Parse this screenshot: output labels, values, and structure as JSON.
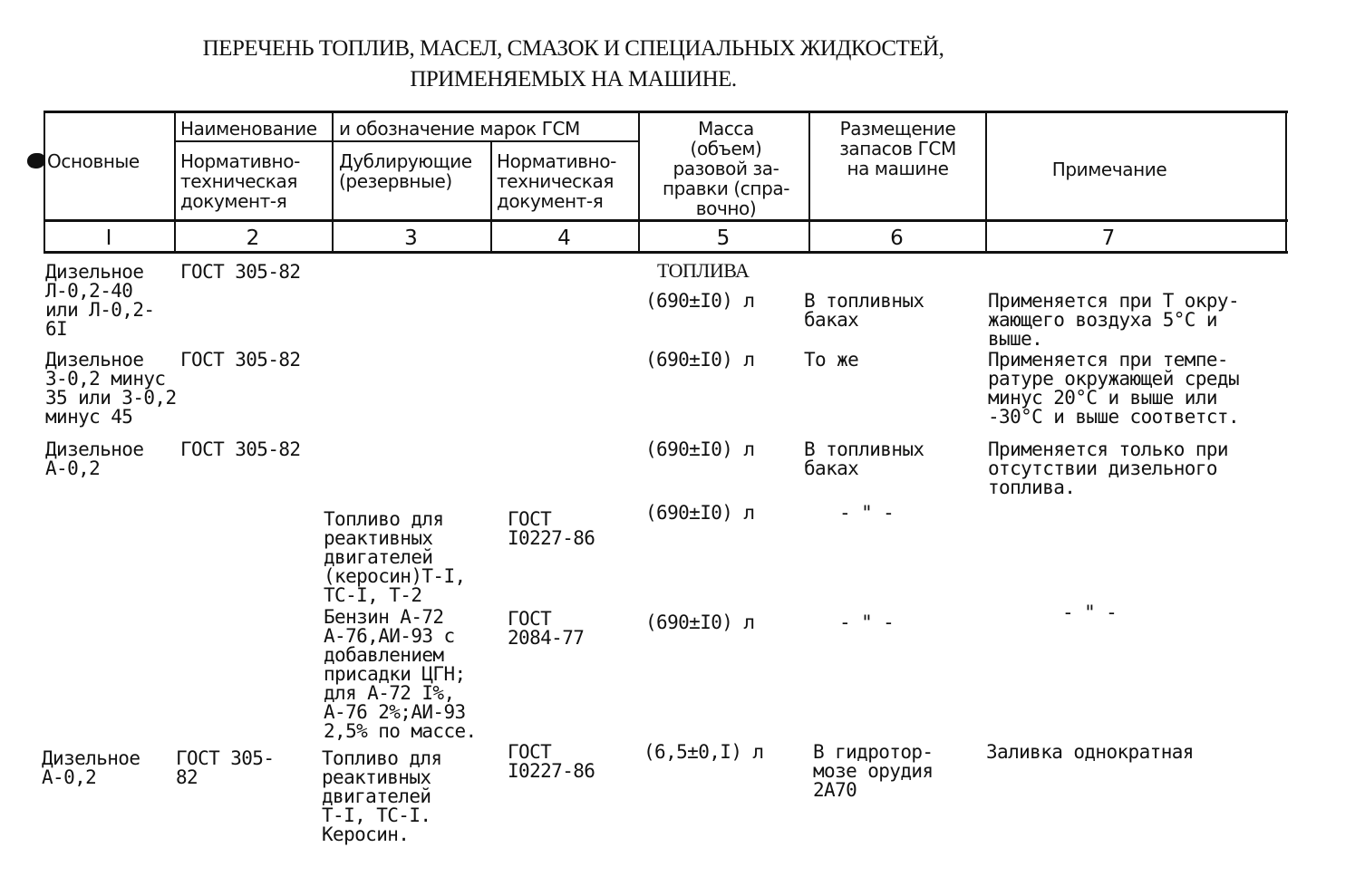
{
  "document": {
    "title_line1": "ПЕРЕЧЕНЬ ТОПЛИВ, МАСЕЛ, СМАЗОК И СПЕЦИАЛЬНЫХ ЖИДКОСТЕЙ,",
    "title_line2": "ПРИМЕНЯЕМЫХ НА МАШИНЕ."
  },
  "header": {
    "group_part1": "Наименование",
    "group_part2": "и обозначение марок ГСМ",
    "col1": "Основные",
    "col2": "Нормативно-\nтехническая\nдокумент-я",
    "col3": "Дублирующие\n(резервные)",
    "col4": "Нормативно-\nтехническая\nдокумент-я",
    "col5": "Масса\n(объем)\nразовой за-\nправки (спра-\nвочно)",
    "col6": "Размещение\nзапасов ГСМ\nна машине",
    "col7": "Примечание",
    "numbers": [
      "I",
      "2",
      "3",
      "4",
      "5",
      "6",
      "7"
    ]
  },
  "section_label": "ТОПЛИВА",
  "rows": [
    {
      "main": "Дизельное\nЛ-0,2-40\nили Л-0,2-\n6I",
      "main_doc": "ГОСТ 305-82",
      "reserve": "",
      "reserve_doc": "",
      "mass": "(690±I0) л",
      "placement": "В топливных\nбаках",
      "note": "Применяется при Т окру-\nжающего воздуха 5°С и\nвыше."
    },
    {
      "main": "Дизельное\nЗ-0,2 минус\n35 или З-0,2\nминус 45",
      "main_doc": "ГОСТ 305-82",
      "reserve": "",
      "reserve_doc": "",
      "mass": "(690±I0) л",
      "placement": "То же",
      "note": "Применяется при темпе-\nратуре окружающей среды\nминус 20°С и выше или\n-30°С и выше соответст."
    },
    {
      "main": "Дизельное\nА-0,2",
      "main_doc": "ГОСТ 305-82",
      "reserve": "",
      "reserve_doc": "",
      "mass": "(690±I0) л",
      "placement": "В топливных\nбаках",
      "note": "Применяется только при\nотсутствии дизельного\nтоплива."
    },
    {
      "main": "",
      "main_doc": "",
      "reserve": "Топливо для\nреактивных\nдвигателей\n(керосин)Т-I,\nТС-I, Т-2",
      "reserve_doc": "ГОСТ\nI0227-86",
      "mass": "(690±I0) л",
      "placement": "- \" -",
      "note": ""
    },
    {
      "main": "",
      "main_doc": "",
      "reserve": "Бензин А-72\nА-76,АИ-93 с\nдобавлением\nприсадки ЦГН;\nдля А-72 I%,\nА-76 2%;АИ-93\n2,5% по массе.",
      "reserve_doc": "ГОСТ\n2084-77",
      "mass": "(690±I0) л",
      "placement": "- \" -",
      "note": "- \" -"
    },
    {
      "main": "Дизельное\nА-0,2",
      "main_doc": "ГОСТ 305-\n82",
      "reserve": "Топливо для\nреактивных\nдвигателей\nТ-I, ТС-I.\nКеросин.",
      "reserve_doc": "ГОСТ\nI0227-86",
      "mass": "(6,5±0,I) л",
      "placement": "В гидротор-\nмозе орудия\n2А70",
      "note": "Заливка однократная"
    }
  ]
}
